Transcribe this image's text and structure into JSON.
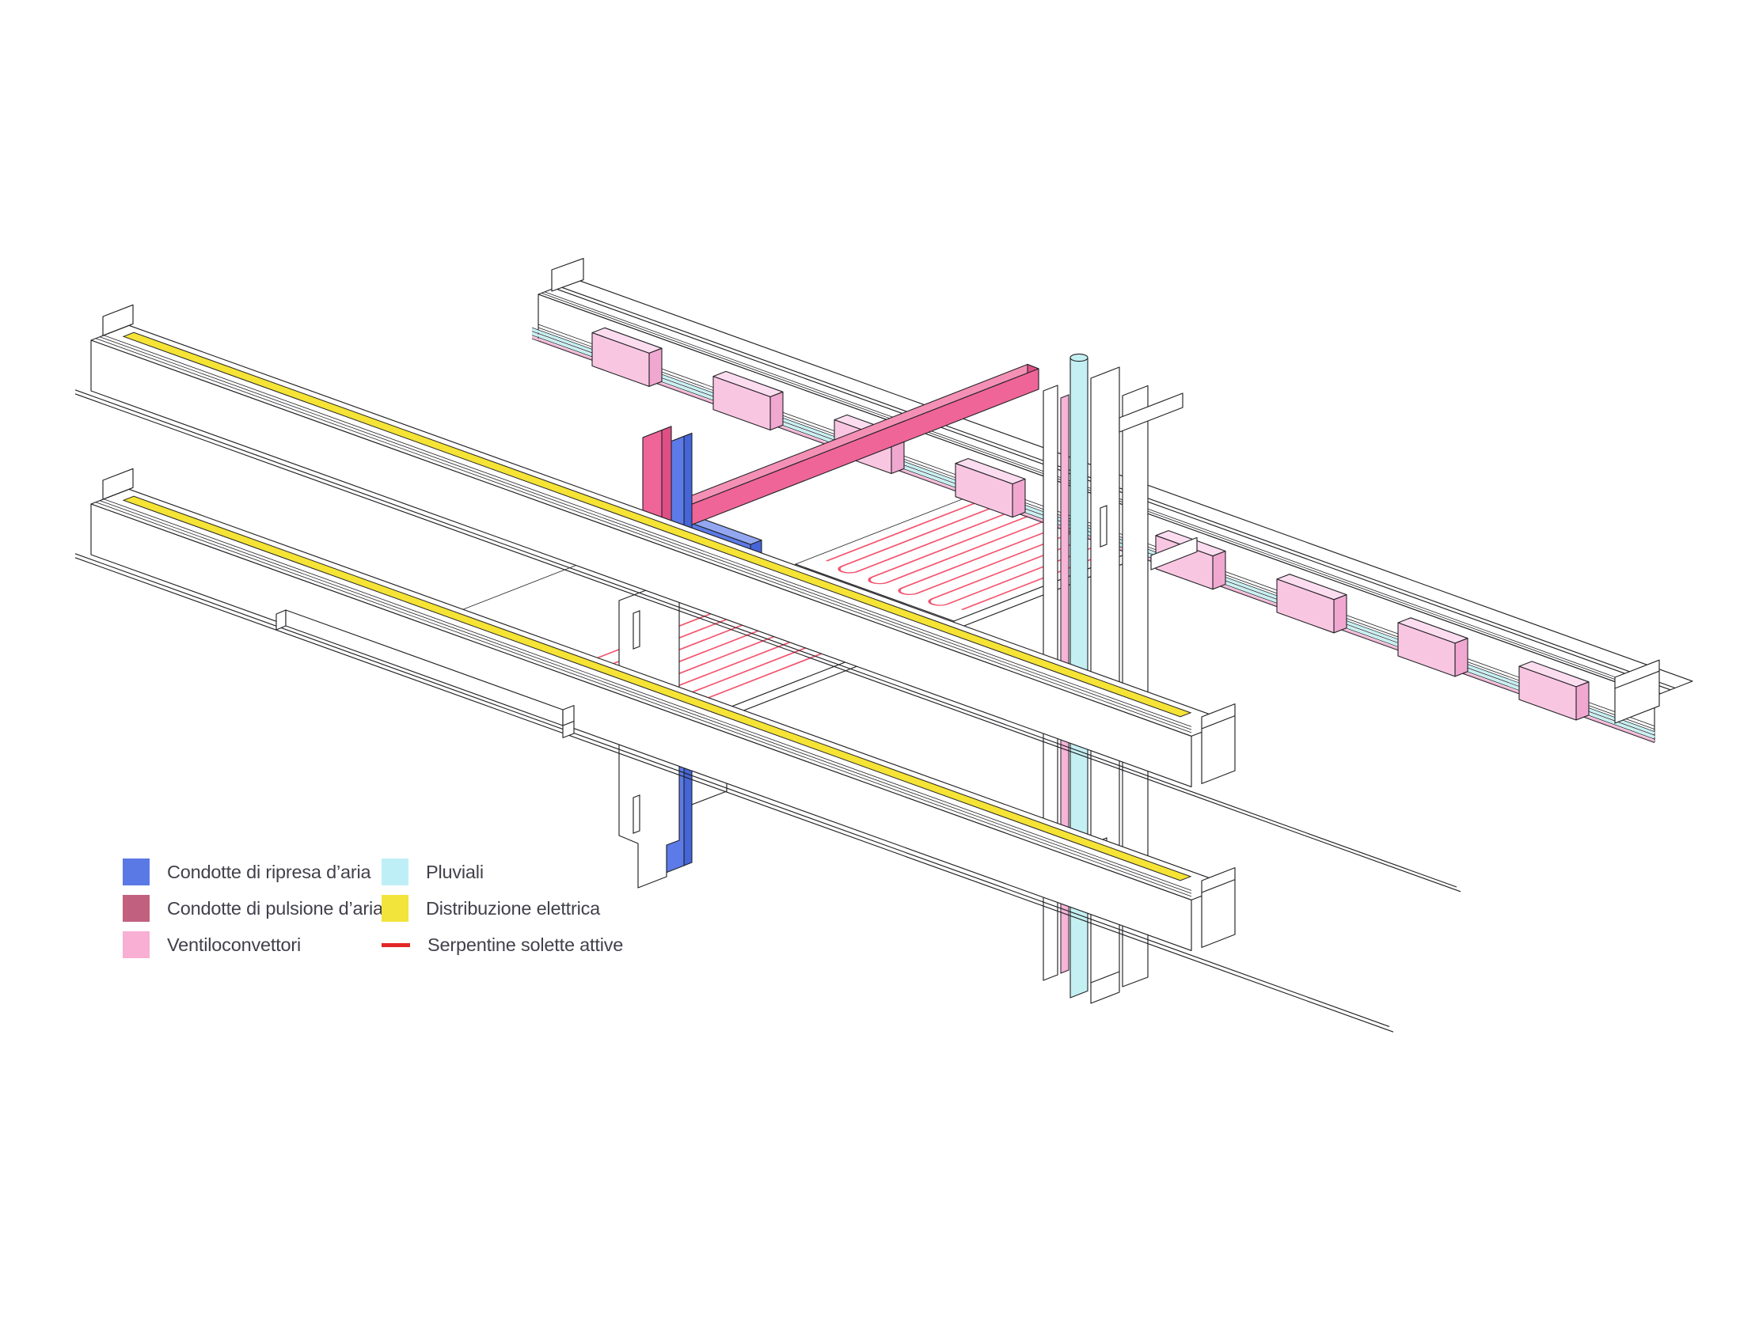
{
  "page": {
    "background": "#ffffff",
    "line_color": "#222226"
  },
  "legend": {
    "col1": [
      {
        "label": "Condotte di ripresa d’aria",
        "color": "#5A79E4",
        "type": "square"
      },
      {
        "label": "Condotte di pulsione d’aria",
        "color": "#C2617F",
        "type": "square"
      },
      {
        "label": "Ventiloconvettori",
        "color": "#F8AFD3",
        "type": "square"
      }
    ],
    "col2": [
      {
        "label": "Pluviali",
        "color": "#BFEFF6",
        "type": "square"
      },
      {
        "label": "Distribuzione elettrica",
        "color": "#F2E43B",
        "type": "square"
      },
      {
        "label": "Serpentine solette attive",
        "color": "#E32726",
        "type": "line"
      }
    ]
  },
  "systems": {
    "ripresa": "#5C7BE8",
    "ripresa-lt": "#93A7F1",
    "ripresa-dk": "#4565D8",
    "pulsione": "#EF6598",
    "pulsione-lt": "#F590B5",
    "pulsione-dk": "#DE4F86",
    "ventiloconvettori": "#F9C6E2",
    "ventiloconvettori-lt": "#FCDDF0",
    "ventiloconvettori-dk": "#F0A8D0",
    "pluviali": "#C4F0F3",
    "elettrica": "#F5E335",
    "serpentine": "#F4546F"
  }
}
